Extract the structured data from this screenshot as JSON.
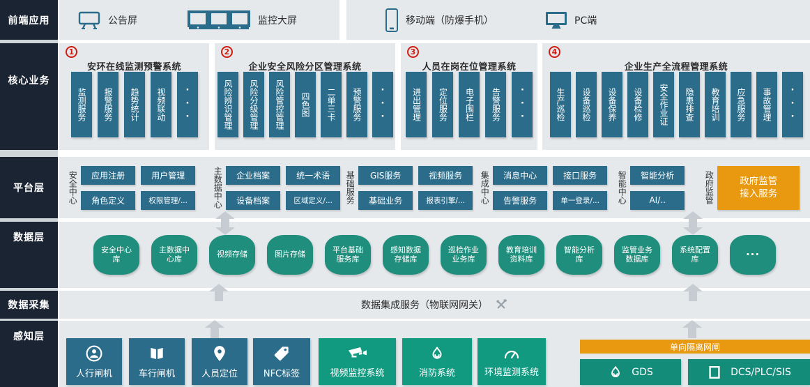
{
  "colors": {
    "teal": "#2b6c8b",
    "store_green": "#1f8e7c",
    "device_green": "#129a80",
    "industrial_green": "#148c7a",
    "orange": "#e8990f",
    "sidebar_dark": "#1b2433",
    "band_gray": "#e6e9ec",
    "arrow_gray": "#c6ccd2",
    "badge_red": "#cf1d12"
  },
  "sidebar": {
    "layers": [
      "前端应用",
      "核心业务",
      "平台层",
      "数据层",
      "数据采集",
      "感知层"
    ]
  },
  "frontend": {
    "items": [
      {
        "icon": "billboard-icon",
        "label": "公告屏"
      },
      {
        "icon": "video-wall-icon",
        "label": "监控大屏"
      },
      {
        "icon": "mobile-icon",
        "label": "移动端（防爆手机）"
      },
      {
        "icon": "desktop-icon",
        "label": "PC端"
      }
    ]
  },
  "core_systems": [
    {
      "num": "1",
      "title": "安环在线监测预警系统",
      "modules": [
        "监测服务",
        "报警服务",
        "趋势统计",
        "视频联动",
        "···"
      ]
    },
    {
      "num": "2",
      "title": "企业安全风险分区管理系统",
      "modules": [
        "风险辨识管理",
        "风险分级管理",
        "风险管控管理",
        "四色图",
        "二单三卡",
        "预警服务",
        "···"
      ]
    },
    {
      "num": "3",
      "title": "人员在岗在位管理系统",
      "modules": [
        "进出管理",
        "定位服务",
        "电子围栏",
        "告警服务",
        "···"
      ]
    },
    {
      "num": "4",
      "title": "企业生产全流程管理系统",
      "modules": [
        "生产巡检",
        "设备巡检",
        "设备保养",
        "设备检修",
        "安全作业证",
        "隐患排查",
        "教育培训",
        "应急服务",
        "事故管理",
        "···"
      ]
    }
  ],
  "platform": {
    "groups": [
      {
        "label": "安全中心",
        "boxes": [
          "应用注册",
          "用户管理",
          "角色定义",
          "权限管理/..."
        ]
      },
      {
        "label": "主数据中心",
        "boxes": [
          "企业档案",
          "统一术语",
          "设备档案",
          "区域定义/..."
        ]
      },
      {
        "label": "基础服务",
        "boxes": [
          "GIS服务",
          "视频服务",
          "基础业务",
          "报表引擎/..."
        ]
      },
      {
        "label": "集成中心",
        "boxes": [
          "消息中心",
          "接口服务",
          "告警服务",
          "单一登录/..."
        ]
      },
      {
        "label": "智能中心",
        "boxes": [
          "智能分析",
          "AI/.."
        ]
      },
      {
        "label": "政府监管",
        "gov_box": "政府监管接入服务"
      }
    ]
  },
  "data_layer": {
    "stores": [
      "安全中心库",
      "主数据中心库",
      "视频存储",
      "图片存储",
      "平台基础服务库",
      "感知数据存储库",
      "巡检作业业务库",
      "教育培训资料库",
      "智能分析库",
      "监管业务数据库",
      "系统配置库",
      "···"
    ]
  },
  "collection": {
    "label": "数据集成服务（物联网网关）",
    "icon": "tools-icon"
  },
  "perception": {
    "devices": [
      {
        "icon": "person-icon",
        "label": "人行闸机",
        "style": "blue"
      },
      {
        "icon": "gate-icon",
        "label": "车行闸机",
        "style": "blue"
      },
      {
        "icon": "pin-icon",
        "label": "人员定位",
        "style": "blue"
      },
      {
        "icon": "tag-icon",
        "label": "NFC标签",
        "style": "blue"
      },
      {
        "icon": "cctv-icon",
        "label": "视频监控系统",
        "style": "green"
      },
      {
        "icon": "flame-icon",
        "label": "消防系统",
        "style": "green"
      },
      {
        "icon": "gauge-icon",
        "label": "环境监测系统",
        "style": "green"
      }
    ],
    "isolation_label": "单向隔离网闸",
    "industrial": [
      {
        "icon": "flame-icon",
        "label": "GDS"
      },
      {
        "icon": "square-icon",
        "label": "DCS/PLC/SIS"
      }
    ]
  }
}
